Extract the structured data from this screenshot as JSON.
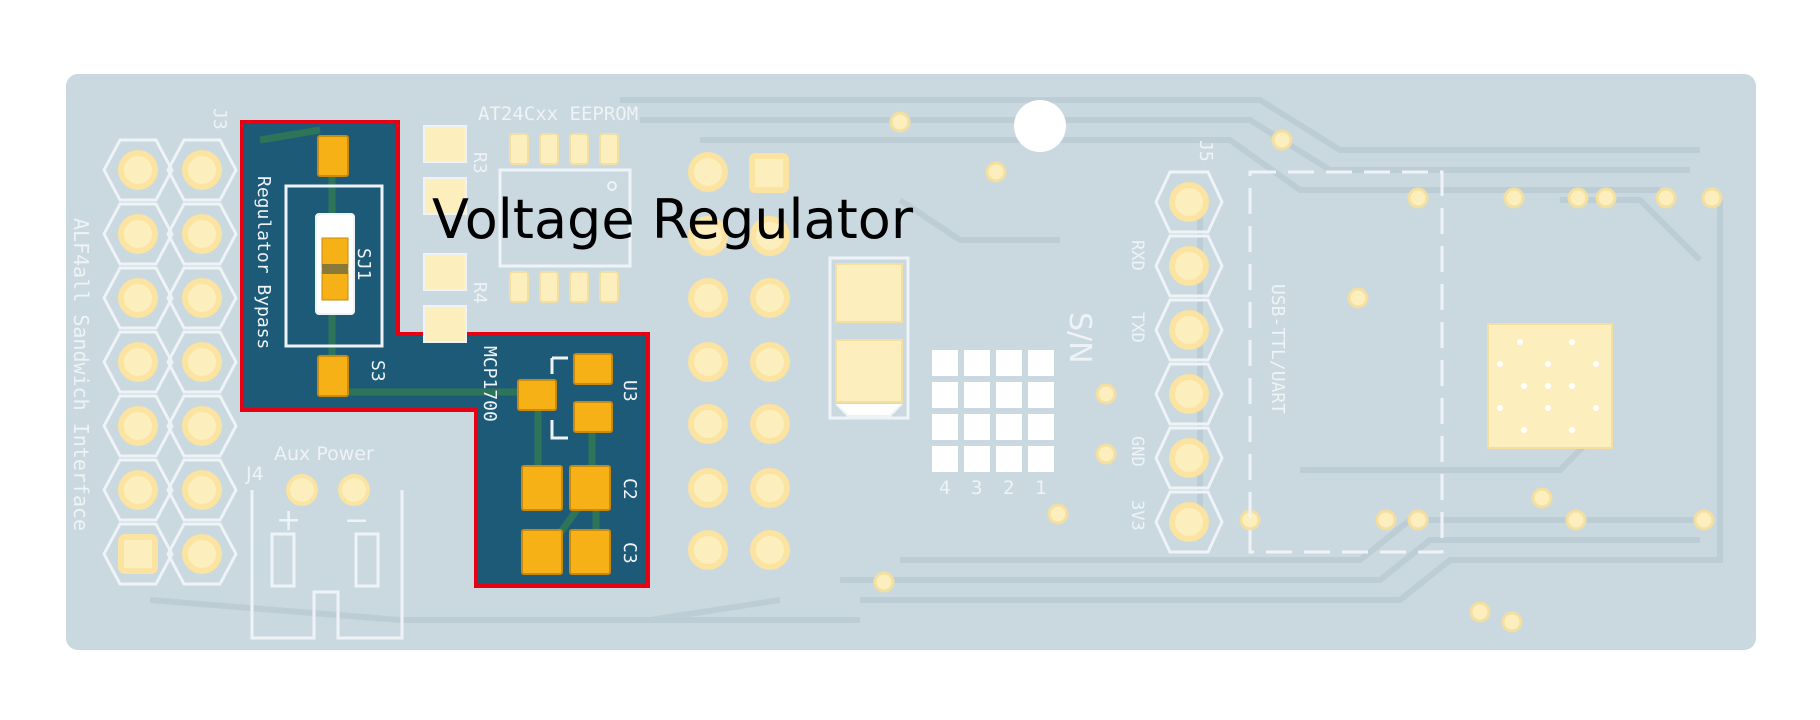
{
  "title": "Voltage Regulator",
  "colors": {
    "background": "#ffffff",
    "board": "#cad8df",
    "trace": "#b9cbd4",
    "pad": "#fdeebd",
    "pad_ring": "#fbe3a1",
    "silkscreen": "#eef3f7",
    "highlight_fill": "#1d5a77",
    "highlight_pad": "#f5b115",
    "highlight_border": "#e60012"
  },
  "labels": {
    "j3": "J3",
    "interface": "ALF4all Sandwich Interface",
    "regulator_bypass": "Regulator Bypass",
    "sj1": "SJ1",
    "s3": "S3",
    "r3": "R3",
    "r4": "R4",
    "eeprom": "AT24Cxx EEPROM",
    "mcp": "MCP1700",
    "u3": "U3",
    "c2": "C2",
    "c3": "C3",
    "aux_power": "Aux Power",
    "j4": "J4",
    "plus": "+",
    "minus": "−",
    "sn": "S/N",
    "dip_numbers": [
      "4",
      "3",
      "2",
      "1"
    ],
    "j5": "J5",
    "rxd": "RXD",
    "txd": "TXD",
    "gnd": "GND",
    "v33": "3V3",
    "usb": "USB-TTL/UART"
  }
}
